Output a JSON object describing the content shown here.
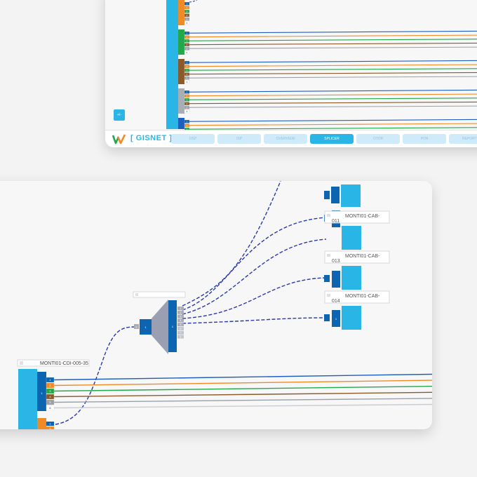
{
  "top_panel": {
    "brand": "[ GISNET ]",
    "zoom_button": "+/-",
    "tabs": [
      {
        "label": "OSP",
        "active": false
      },
      {
        "label": "ISP",
        "active": false
      },
      {
        "label": "OVERVIEW",
        "active": false
      },
      {
        "label": "SPLICER",
        "active": true
      },
      {
        "label": "OTDR",
        "active": false
      },
      {
        "label": "PON",
        "active": false
      },
      {
        "label": "REPORTS",
        "active": false
      }
    ],
    "port_numbers": [
      "1",
      "2",
      "3",
      "4",
      "5",
      "6",
      "7",
      "8"
    ]
  },
  "bottom_panel": {
    "cable_label": "MONTI01-CDI-005-35",
    "splitter_label": "",
    "splitter_in_port": "1",
    "splitter_out_ports": [
      "1",
      "2",
      "3",
      "4",
      "5",
      "6",
      "7",
      "8"
    ],
    "cable_ports": [
      "1",
      "2",
      "3",
      "4",
      "5",
      "6"
    ],
    "cab_labels": [
      "MONTI01-CAB-",
      "MONTI01-CAB-",
      "MONTI01-CAB-"
    ],
    "cab_ids": [
      "011",
      "013",
      "014"
    ],
    "module_port": "1"
  },
  "colors": {
    "accent": "#29b6e6",
    "dark_blue": "#0d64b0",
    "fiber_blue": "#1e5fbd",
    "fiber_orange": "#f08a24",
    "fiber_green": "#22a84a",
    "fiber_brown": "#8a5a2b",
    "fiber_grey": "#9aa0a6",
    "splice_line": "#2a3aa8",
    "splitter": "#9aa0b2"
  }
}
